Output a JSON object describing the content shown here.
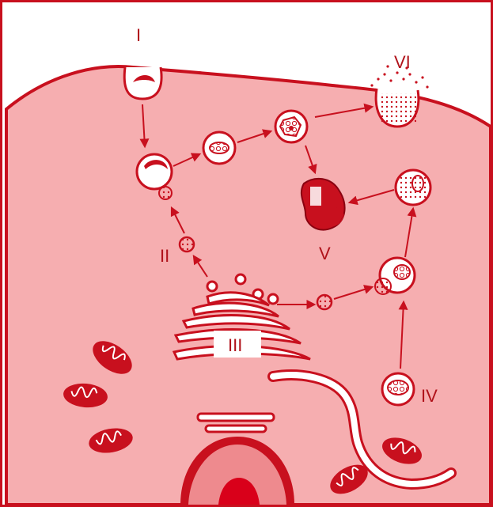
{
  "labels": {
    "I": "I",
    "II": "II",
    "III": "III",
    "IV": "IV",
    "V": "V",
    "VI": "VI"
  },
  "colors": {
    "cytoplasm": "#f6aeb0",
    "membrane": "#c8101e",
    "vesicle_fill": "#ffffff",
    "lysosome_fill": "#c8101e",
    "nucleus_outer": "#ee8a8e",
    "nucleus_core": "#d9001a",
    "label": "#b0121a"
  }
}
